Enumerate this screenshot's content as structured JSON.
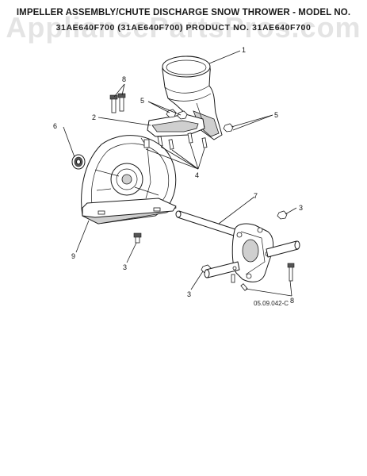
{
  "header": {
    "title_line1": "IMPELLER ASSEMBLY/CHUTE DISCHARGE SNOW THROWER - MODEL NO.",
    "title_line2": "31AE640F700 (31AE640F700) PRODUCT NO. 31AE640F700"
  },
  "watermark": "AppliancePartsPros.com",
  "callouts": {
    "c1": "1",
    "c2": "2",
    "c3a": "3",
    "c3b": "3",
    "c3c": "3",
    "c4": "4",
    "c5a": "5",
    "c5b": "5",
    "c6": "6",
    "c7": "7",
    "c8a": "8",
    "c8b": "8",
    "c9": "9"
  },
  "drawing_id": "05.09.042-C"
}
